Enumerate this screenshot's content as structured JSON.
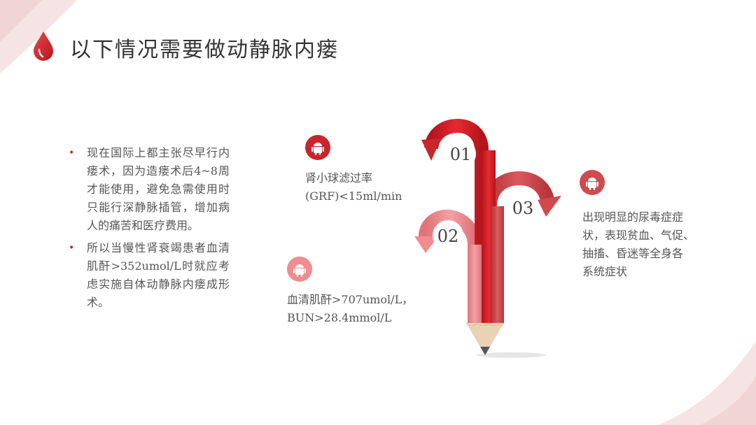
{
  "title": "以下情况需要做动静脉内瘘",
  "bullets": [
    "现在国际上都主张尽早行内瘘术，因为造瘘术后4~8周才能使用，避免急需使用时只能行深静脉插管，增加病人的痛苦和医疗费用。",
    "所以当慢性肾衰竭患者血清肌酐>352umol/L时就应考虑实施自体动静脉内瘘成形术。"
  ],
  "items": [
    {
      "number": "01",
      "lines": [
        "肾小球滤过率",
        "(GRF)<15ml/min"
      ],
      "color": "#c9252c",
      "icon": "android-icon"
    },
    {
      "number": "02",
      "lines": [
        "血清肌酐>707umol/L，",
        "BUN>28.4mmol/L"
      ],
      "color": "#ef8c90",
      "icon": "android-icon"
    },
    {
      "number": "03",
      "lines": [
        "出现明显的尿毒症症",
        "状，表现贫血、气促、",
        "抽搐、昏迷等全身各",
        "系统症状"
      ],
      "color": "#d0494f",
      "icon": "android-icon"
    }
  ],
  "colors": {
    "accent": "#c9252c",
    "pink": "#ef8c90",
    "mid": "#d0494f",
    "text": "#555555"
  }
}
